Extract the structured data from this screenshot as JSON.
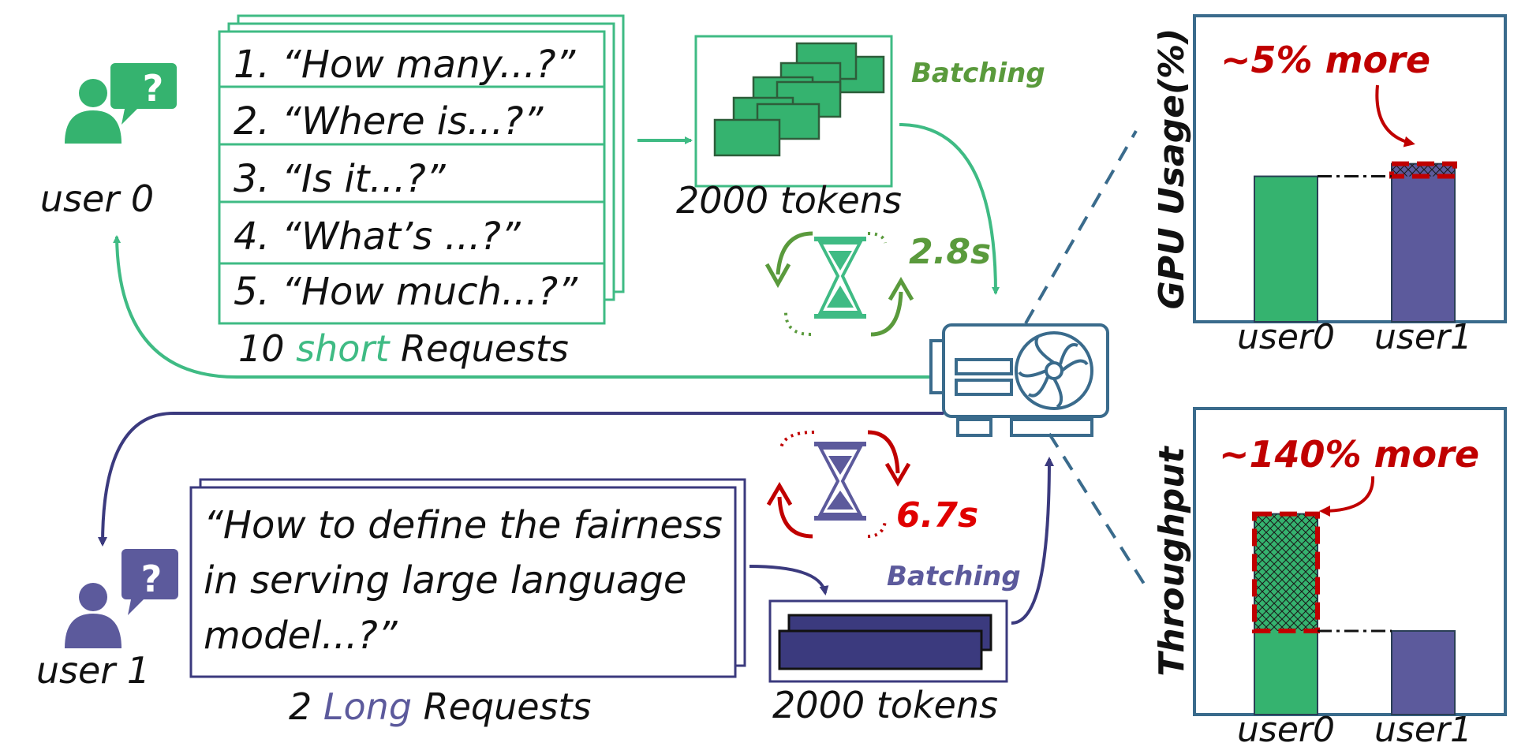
{
  "colors": {
    "green": "#35b36f",
    "green_dark": "#2e7d4a",
    "green_arrow": "#3fbb84",
    "olive": "#5a9a3c",
    "purple": "#5c5a9c",
    "navy": "#3b3a7e",
    "red": "#c00000",
    "red_bright": "#e00000",
    "steel": "#3a6b8c"
  },
  "users": {
    "user0": {
      "label": "user 0",
      "icon": "user-question-icon"
    },
    "user1": {
      "label": "user 1",
      "icon": "user-question-icon"
    }
  },
  "short_requests": {
    "items": [
      "1. “How  many...?”",
      "2. “Where is...?”",
      "3. “Is it...?”",
      "4. “What’s ...?”",
      "5. “How much...?”"
    ],
    "caption_prefix": "10 ",
    "caption_highlight": "short",
    "caption_suffix": " Requests"
  },
  "long_requests": {
    "lines": [
      "“How to define the fairness",
      "in serving large language",
      "model...?”"
    ],
    "caption_prefix": "2 ",
    "caption_highlight": "Long",
    "caption_suffix": " Requests"
  },
  "batch_top": {
    "label": "Batching",
    "tokens": "2000 tokens",
    "time": "2.8s"
  },
  "batch_bottom": {
    "label": "Batching",
    "tokens": "2000 tokens",
    "time": "6.7s"
  },
  "gpu": {
    "icon": "gpu-card-icon"
  },
  "chart_data": [
    {
      "type": "bar",
      "ylabel": "GPU Usage(%)",
      "categories": [
        "user0",
        "user1"
      ],
      "values": [
        58,
        63
      ],
      "ylim": [
        0,
        100
      ],
      "annotation": "~5% more"
    },
    {
      "type": "bar",
      "ylabel": "Throughput",
      "categories": [
        "user0",
        "user1"
      ],
      "values": [
        240,
        100
      ],
      "ylim": [
        0,
        300
      ],
      "annotation": "~140% more"
    }
  ]
}
